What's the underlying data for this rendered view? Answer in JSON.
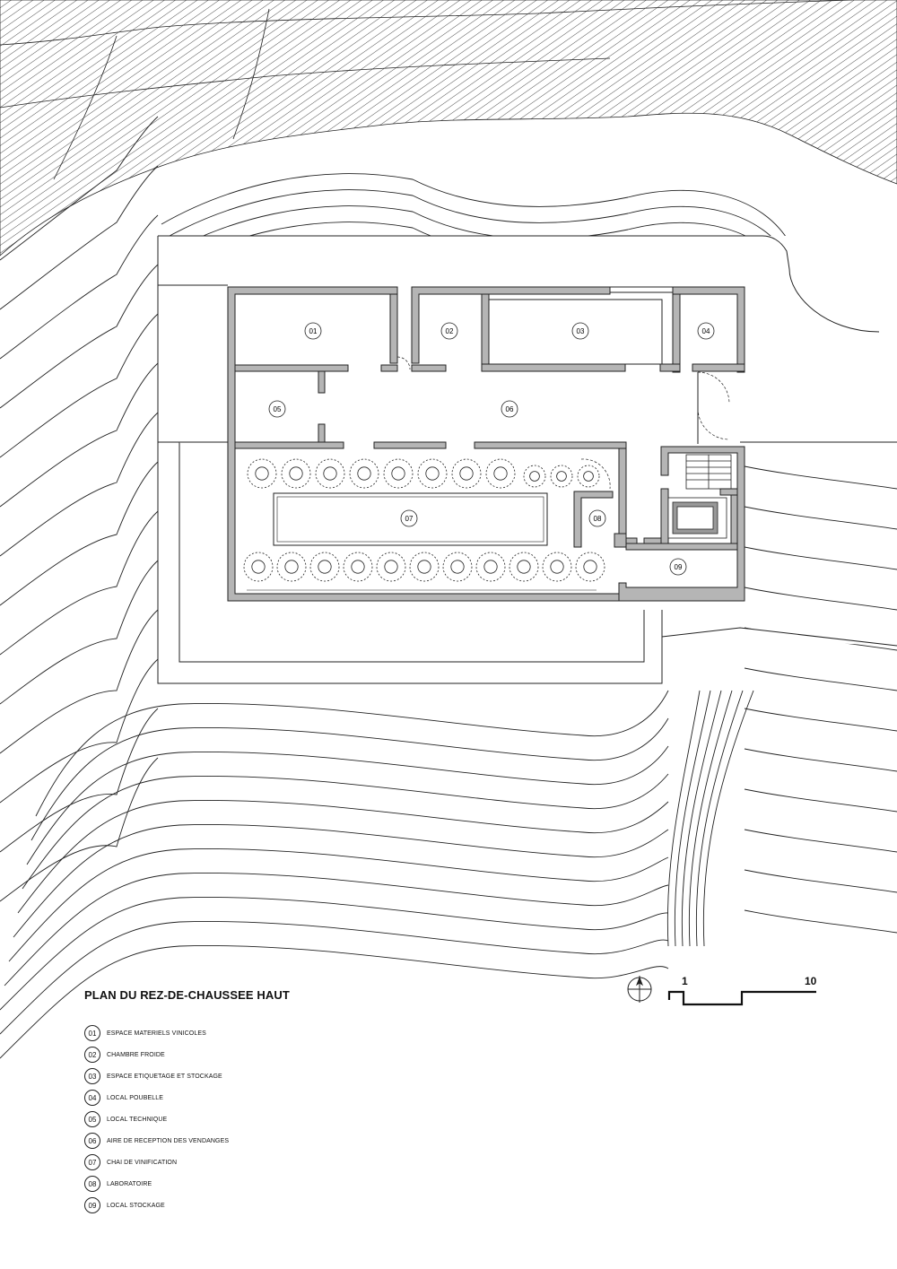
{
  "title": "PLAN DU REZ-DE-CHAUSSEE HAUT",
  "rooms": [
    {
      "num": "01",
      "label": "ESPACE MATERIELS VINICOLES"
    },
    {
      "num": "02",
      "label": "CHAMBRE FROIDE"
    },
    {
      "num": "03",
      "label": "ESPACE ETIQUETAGE ET STOCKAGE"
    },
    {
      "num": "04",
      "label": "LOCAL POUBELLE"
    },
    {
      "num": "05",
      "label": "LOCAL TECHNIQUE"
    },
    {
      "num": "06",
      "label": "AIRE DE RECEPTION DES VENDANGES"
    },
    {
      "num": "07",
      "label": "CHAI DE VINIFICATION"
    },
    {
      "num": "08",
      "label": "LABORATOIRE"
    },
    {
      "num": "09",
      "label": "LOCAL STOCKAGE"
    }
  ],
  "scale": {
    "start": "1",
    "end": "10"
  },
  "icons": [
    "north-arrow-icon"
  ],
  "colors": {
    "line": "#222222",
    "wall": "#b5b5b5"
  }
}
